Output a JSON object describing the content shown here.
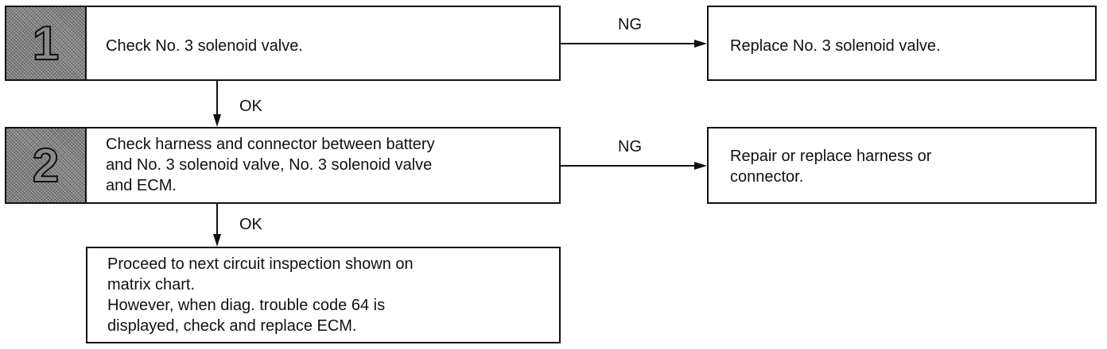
{
  "steps": [
    {
      "number": "1",
      "text": "Check No. 3 solenoid valve."
    },
    {
      "number": "2",
      "text": "Check harness and connector between battery\nand No. 3 solenoid valve, No. 3 solenoid valve\nand ECM."
    }
  ],
  "results": {
    "step1_ng": "Replace No. 3 solenoid valve.",
    "step2_ng": "Repair or replace harness or\nconnector.",
    "final": "Proceed to next circuit inspection shown on\nmatrix chart.\nHowever, when diag. trouble code 64 is\ndisplayed, check and replace ECM."
  },
  "labels": {
    "ng": "NG",
    "ok": "OK"
  }
}
